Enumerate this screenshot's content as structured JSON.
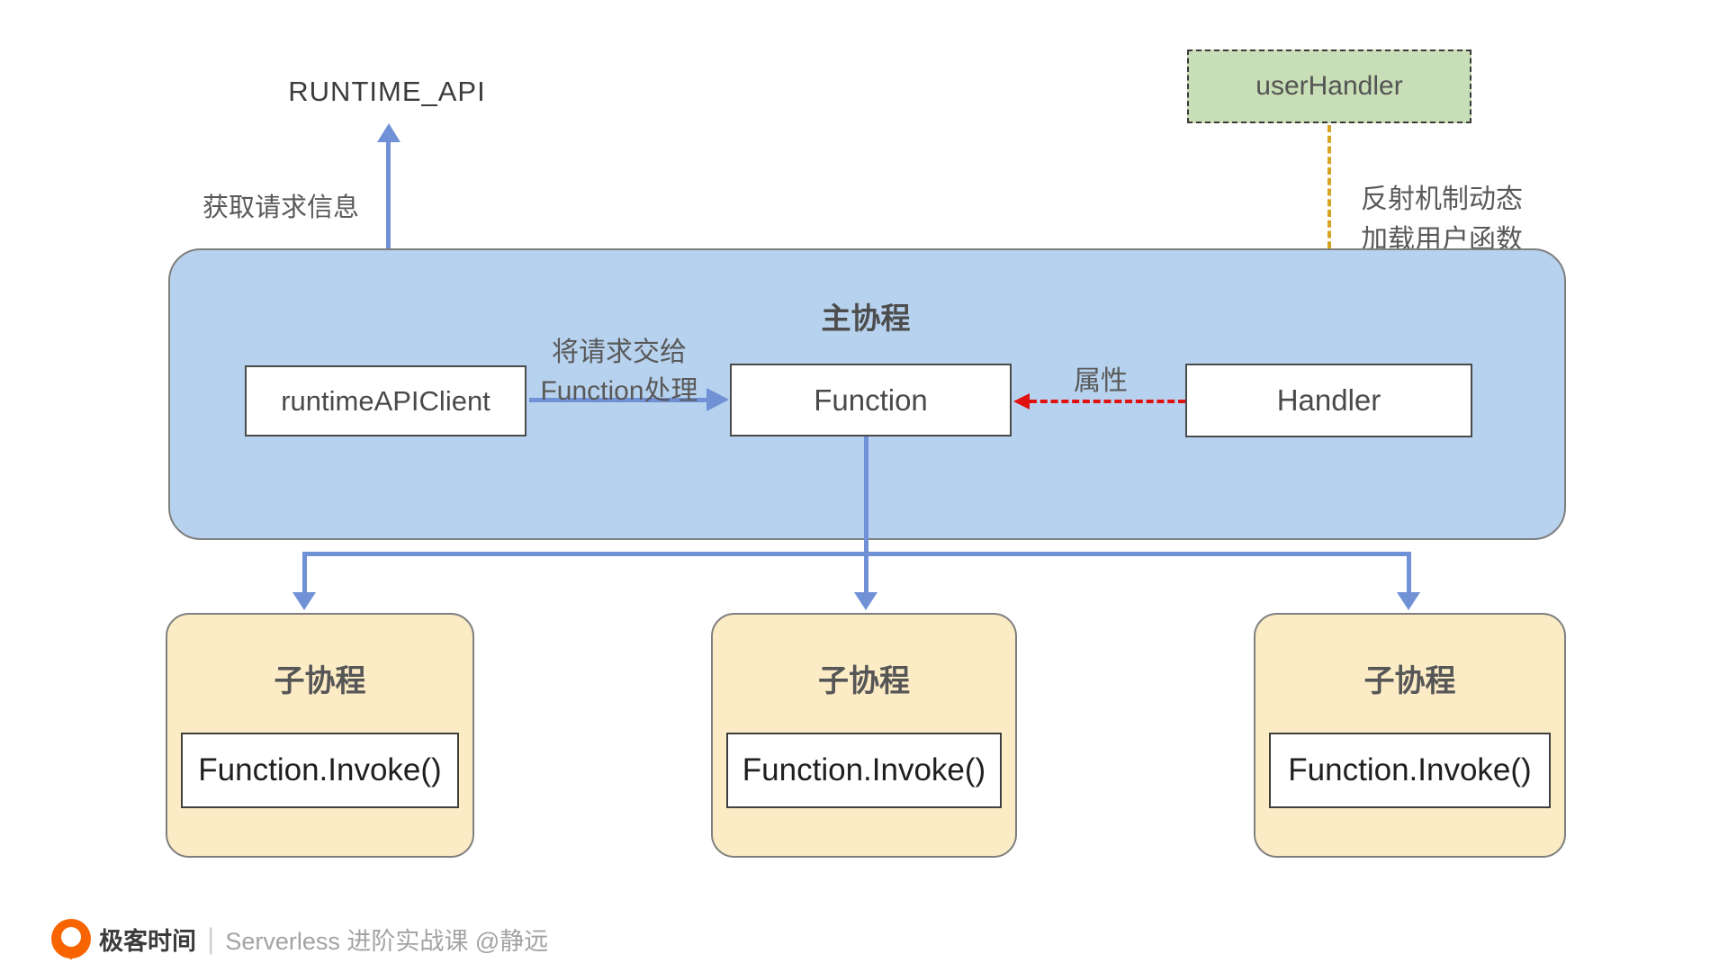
{
  "diagram": {
    "runtime_api_label": "RUNTIME_API",
    "get_request_label": "获取请求信息",
    "main_container": {
      "title": "主协程",
      "runtime_api_client_label": "runtimeAPIClient",
      "function_label": "Function",
      "handler_label": "Handler"
    },
    "pass_request_label": {
      "line1": "将请求交给",
      "line2": "Function处理"
    },
    "property_label": "属性",
    "user_handler_label": "userHandler",
    "reflection_label": {
      "line1": "反射机制动态",
      "line2": "加载用户函数"
    },
    "sub_coroutines": [
      {
        "title": "子协程",
        "body": "Function.Invoke()"
      },
      {
        "title": "子协程",
        "body": "Function.Invoke()"
      },
      {
        "title": "子协程",
        "body": "Function.Invoke()"
      }
    ],
    "colors": {
      "main_container_fill": "#b7d2ee",
      "sub_box_fill": "#fcecc6",
      "user_handler_fill": "#c8deb6",
      "arrow_blue": "#7191d6",
      "arrow_red": "#e01111",
      "arrow_gold": "#d7a322",
      "border_gray": "#7f7f7f",
      "brand_orange": "#f76400"
    }
  },
  "footer": {
    "brand": "极客时间",
    "separator": "|",
    "course": "Serverless 进阶实战课 @静远"
  }
}
